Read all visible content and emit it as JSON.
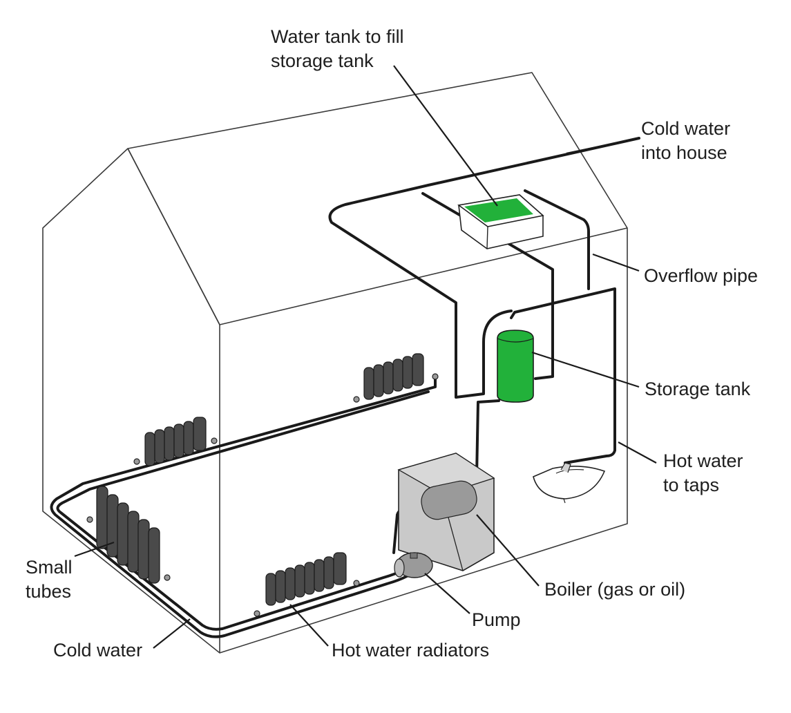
{
  "labels": {
    "water_tank": [
      "Water tank to fill",
      "storage tank"
    ],
    "cold_water_in": [
      "Cold water",
      "into house"
    ],
    "overflow": "Overflow pipe",
    "storage_tank": "Storage tank",
    "hot_water_taps": [
      "Hot water",
      "to taps"
    ],
    "boiler": "Boiler (gas or oil)",
    "pump": "Pump",
    "radiators": "Hot water radiators",
    "cold_water": "Cold water",
    "small_tubes": [
      "Small",
      "tubes"
    ]
  },
  "colors": {
    "tank_green": "#22b13a",
    "outline": "#3a3a3a",
    "pipe": "#1a1a1a",
    "radiator": "#4a4a4a",
    "boiler_fill": "#c9c9c9"
  }
}
